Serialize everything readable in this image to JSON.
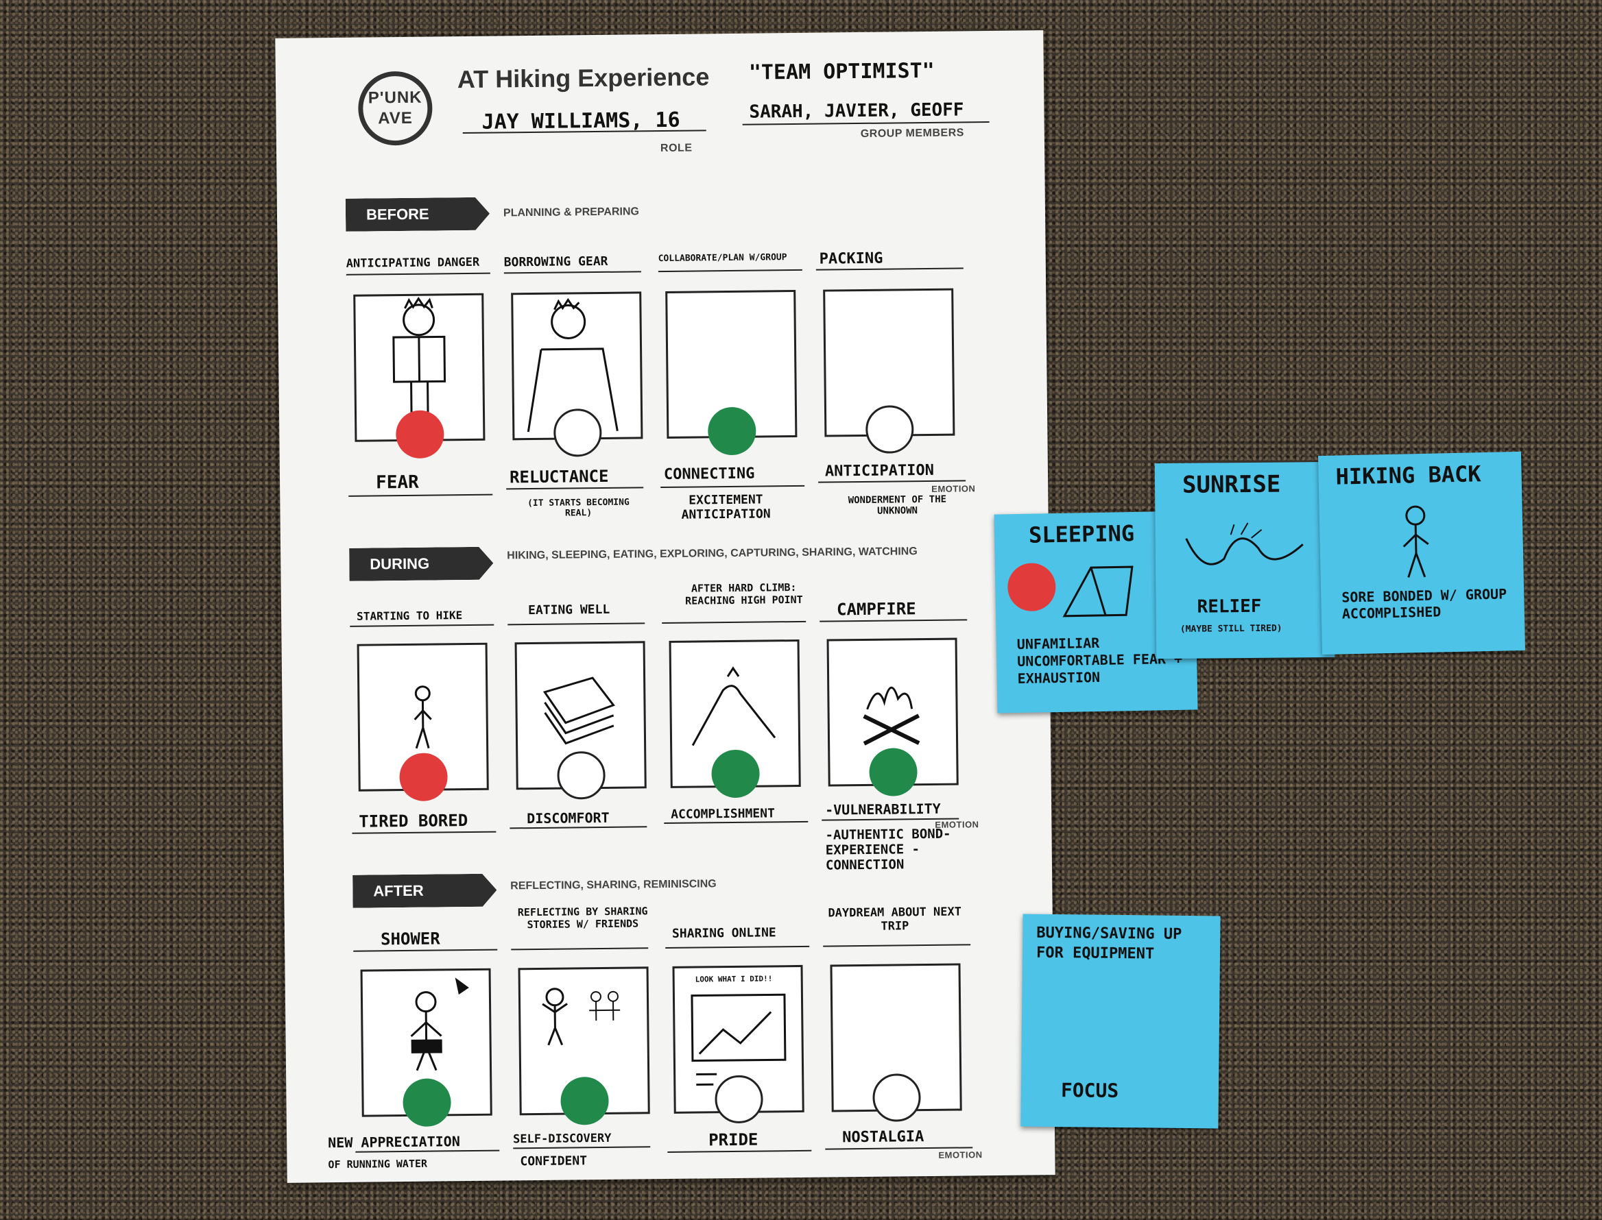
{
  "sheet": {
    "title": "AT Hiking Experience",
    "team": "\"TEAM OPTIMIST\"",
    "logo_line1": "P'UNK",
    "logo_line2": "AVE",
    "role_value": "JAY WILLIAMS, 16",
    "role_label": "ROLE",
    "group_value": "SARAH, JAVIER, GEOFF",
    "group_label": "GROUP MEMBERS",
    "emotion_label": "EMOTION"
  },
  "sections": [
    {
      "tag": "BEFORE",
      "subtitle": "PLANNING & PREPARING",
      "steps": [
        {
          "heading": "ANTICIPATING DANGER",
          "dot": "red",
          "emotion": "FEAR",
          "note": ""
        },
        {
          "heading": "BORROWING GEAR",
          "dot": "empty",
          "emotion": "RELUCTANCE",
          "note": "(IT STARTS BECOMING REAL)"
        },
        {
          "heading": "COLLABORATE/PLAN W/GROUP",
          "dot": "green",
          "emotion": "CONNECTING",
          "note": "EXCITEMENT ANTICIPATION"
        },
        {
          "heading": "PACKING",
          "dot": "empty",
          "emotion": "ANTICIPATION",
          "note": "WONDERMENT OF THE UNKNOWN"
        }
      ]
    },
    {
      "tag": "DURING",
      "subtitle": "HIKING, SLEEPING, EATING, EXPLORING, CAPTURING, SHARING, WATCHING",
      "steps": [
        {
          "heading": "STARTING TO HIKE",
          "dot": "red",
          "emotion": "TIRED BORED",
          "note": ""
        },
        {
          "heading": "EATING WELL",
          "dot": "empty",
          "emotion": "DISCOMFORT",
          "note": ""
        },
        {
          "heading": "AFTER HARD CLIMB: REACHING HIGH POINT",
          "dot": "green",
          "emotion": "ACCOMPLISHMENT",
          "note": ""
        },
        {
          "heading": "CAMPFIRE",
          "dot": "green",
          "emotion": "-VULNERABILITY",
          "note": "-AUTHENTIC BOND-EXPERIENCE -CONNECTION"
        }
      ]
    },
    {
      "tag": "AFTER",
      "subtitle": "REFLECTING, SHARING, REMINISCING",
      "steps": [
        {
          "heading": "SHOWER",
          "dot": "green",
          "emotion": "NEW APPRECIATION",
          "note": "OF RUNNING WATER"
        },
        {
          "heading": "REFLECTING BY SHARING STORIES W/ FRIENDS",
          "dot": "green",
          "emotion": "SELF-DISCOVERY",
          "note": "CONFIDENT"
        },
        {
          "heading": "SHARING ONLINE",
          "dot": "empty",
          "emotion": "PRIDE",
          "note": "",
          "sketch_text": "LOOK WHAT I DID!!"
        },
        {
          "heading": "DAYDREAM ABOUT NEXT TRIP",
          "dot": "empty",
          "emotion": "NOSTALGIA",
          "note": ""
        }
      ]
    }
  ],
  "sticky_notes": [
    {
      "title": "SLEEPING",
      "dot": "red",
      "text": "UNFAMILIAR UNCOMFORTABLE FEAR + EXHAUSTION"
    },
    {
      "title": "SUNRISE",
      "dot": "none",
      "text": "RELIEF",
      "subtext": "(MAYBE STILL TIRED)"
    },
    {
      "title": "HIKING BACK",
      "dot": "none",
      "text": "SORE BONDED W/ GROUP ACCOMPLISHED"
    },
    {
      "title": "BUYING/SAVING UP FOR EQUIPMENT",
      "dot": "none",
      "text": "FOCUS"
    }
  ],
  "colors": {
    "red_dot": "#e23b3b",
    "green_dot": "#218a4a",
    "sticky": "#4ec3e8",
    "carpet": "#3b342c"
  }
}
